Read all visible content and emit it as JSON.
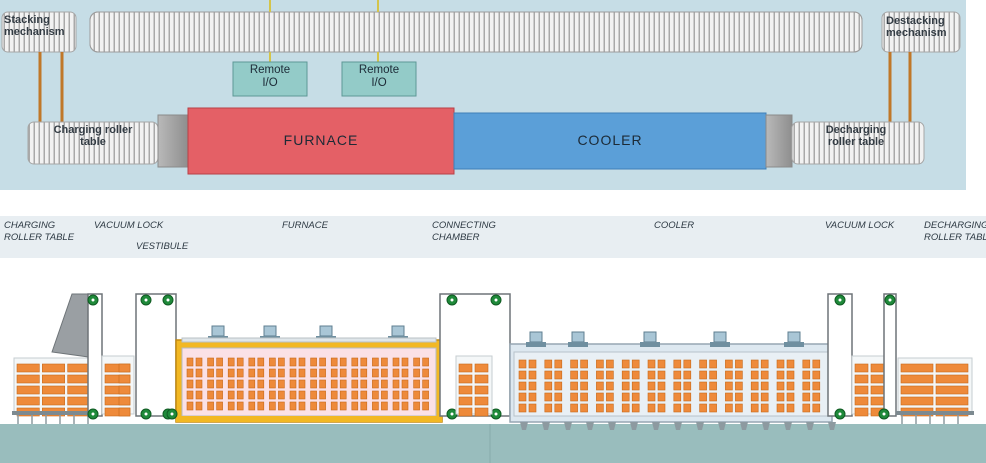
{
  "top": {
    "stacking": "Stacking\nmechanism",
    "destacking": "Destacking\nmechanism",
    "remote1": "Remote\nI/O",
    "remote2": "Remote\nI/O",
    "charging": "Charging roller\ntable",
    "decharging": "Decharging\nroller table",
    "furnace": "FURNACE",
    "cooler": "COOLER"
  },
  "bottom": {
    "charging": "CHARGING\nROLLER TABLE",
    "vacuum_lock_1": "VACUUM LOCK",
    "vestibule": "VESTIBULE",
    "furnace": "FURNACE",
    "connecting": "CONNECTING\nCHAMBER",
    "cooler": "COOLER",
    "vacuum_lock_2": "VACUUM LOCK",
    "decharging": "DECHARGING\nROLLER TABLE"
  },
  "colors": {
    "furnace": "#e46066",
    "cooler": "#5b9fd8",
    "remote": "#93cbc8",
    "panel": "#c6dde6",
    "ground": "#99bdbd",
    "load": "#ee8a3a",
    "insulation": "#f2b823"
  }
}
